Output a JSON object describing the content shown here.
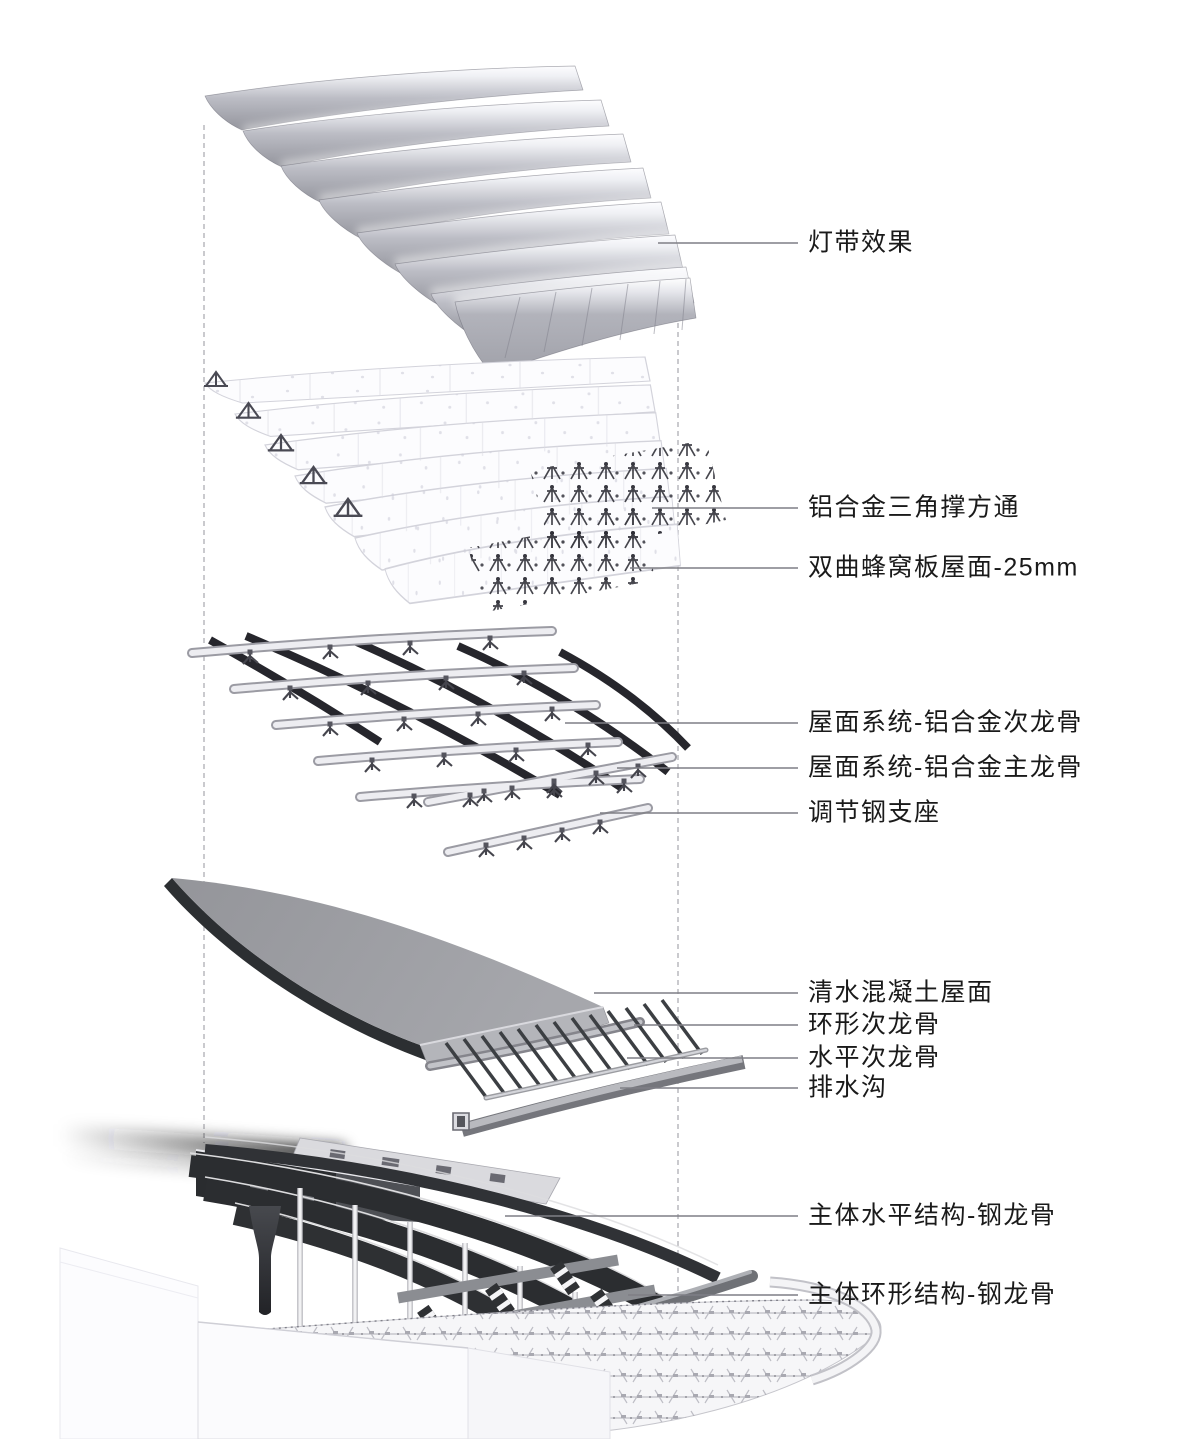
{
  "diagram": {
    "kind": "exploded-axonometric-roof-construction",
    "labels": [
      {
        "id": "light-strip-effect",
        "text": "灯带效果"
      },
      {
        "id": "aluminum-triangle-support",
        "text": "铝合金三角撑方通"
      },
      {
        "id": "honeycomb-panel-roof",
        "text": "双曲蜂窝板屋面-25mm"
      },
      {
        "id": "roof-secondary-keel",
        "text": "屋面系统-铝合金次龙骨"
      },
      {
        "id": "roof-main-keel",
        "text": "屋面系统-铝合金主龙骨"
      },
      {
        "id": "adjustable-steel-support",
        "text": "调节钢支座"
      },
      {
        "id": "concrete-roof",
        "text": "清水混凝土屋面"
      },
      {
        "id": "ring-secondary-keel",
        "text": "环形次龙骨"
      },
      {
        "id": "horizontal-secondary-keel",
        "text": "水平次龙骨"
      },
      {
        "id": "drainage-channel",
        "text": "排水沟"
      },
      {
        "id": "main-horizontal-structure",
        "text": "主体水平结构-钢龙骨"
      },
      {
        "id": "main-ring-structure",
        "text": "主体环形结构-钢龙骨"
      }
    ],
    "colors": {
      "label_text": "#1a1a1a",
      "leader_line": "#7f7f85",
      "guide_dash": "#aeaeb4",
      "panel_grey": "#9a9ba3",
      "concrete_grey": "#9b9ca1",
      "steel_dark": "#2b2d30",
      "background": "#ffffff"
    }
  }
}
